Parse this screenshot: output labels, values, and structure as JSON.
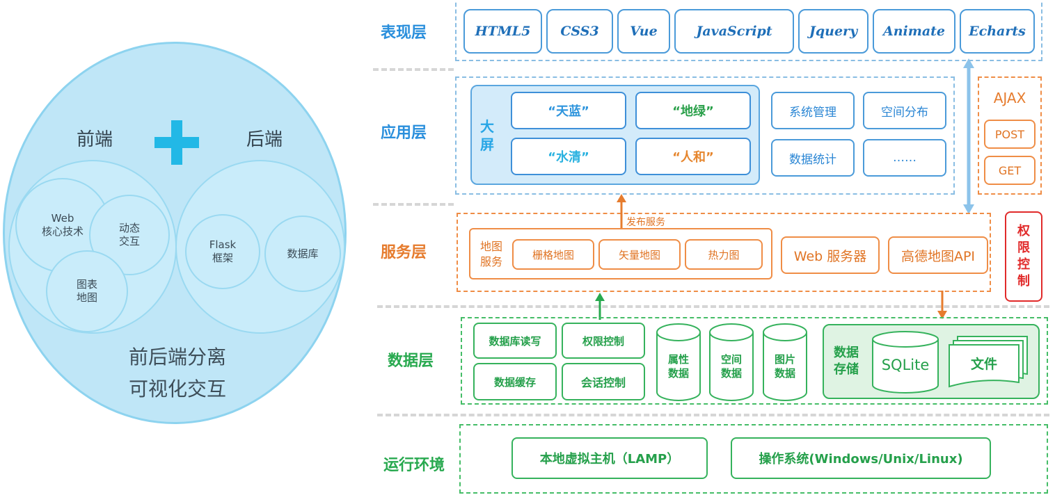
{
  "circle": {
    "front": "前端",
    "back": "后端",
    "web_core": "Web\n核心技术",
    "dynamic": "动态\n交互",
    "chart_map": "图表\n地图",
    "flask": "Flask\n框架",
    "database": "数据库",
    "sep_line1": "前后端分离",
    "sep_line2": "可视化交互"
  },
  "layers": {
    "presentation": "表现层",
    "application": "应用层",
    "service": "服务层",
    "data": "数据层",
    "runtime": "运行环境"
  },
  "presentation": {
    "items": [
      "HTML5",
      "CSS3",
      "Vue",
      "JavaScript",
      "Jquery",
      "Animate",
      "Echarts"
    ]
  },
  "application": {
    "big_screen": "大\n屏",
    "tianlan": "“天蓝”",
    "dilv": "“地绿”",
    "shuiqing": "“水清”",
    "renhe": "“人和”",
    "sys_mgmt": "系统管理",
    "space_dist": "空间分布",
    "data_stats": "数据统计",
    "more": "……"
  },
  "ajax": {
    "title": "AJAX",
    "post": "POST",
    "get": "GET"
  },
  "service": {
    "publish": "发布服务",
    "map_service": "地图\n服务",
    "raster": "栅格地图",
    "vector": "矢量地图",
    "heat": "热力图",
    "web_server": "Web 服务器",
    "amap_api": "高德地图API"
  },
  "permission": "权\n限\n控\n制",
  "data": {
    "db_rw": "数据库读写",
    "perm": "权限控制",
    "cache": "数据缓存",
    "session": "会话控制",
    "attr": "属性\n数据",
    "spatial": "空间\n数据",
    "image": "图片\n数据",
    "storage": "数据\n存储",
    "sqlite": "SQLite",
    "file": "文件"
  },
  "runtime": {
    "host": "本地虚拟主机（LAMP）",
    "os": "操作系统(Windows/Unix/Linux)"
  },
  "colors": {
    "blue": "#2a8fdc",
    "orange": "#e67c2e",
    "green": "#28a94f",
    "red": "#e12a2a",
    "cyan_plus": "#22b8e6"
  }
}
